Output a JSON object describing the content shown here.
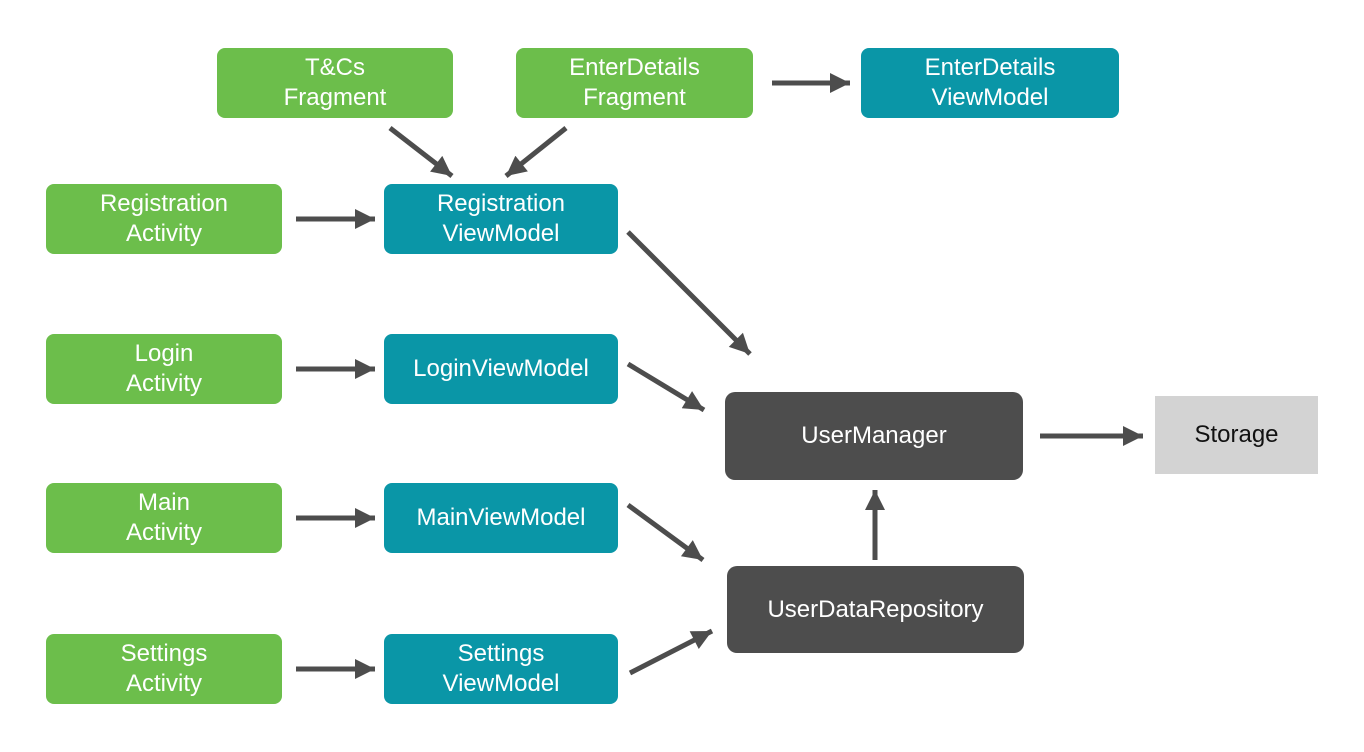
{
  "diagram": {
    "description": "Android app architecture diagram: Activities and Fragments connect to ViewModels, which connect to UserManager and UserDataRepository, which connect to Storage",
    "colors": {
      "activity_fragment_green": "#6cbe4b",
      "viewmodel_teal": "#0a96a7",
      "manager_repository_gray": "#4d4d4d",
      "storage_gray": "#d3d3d3",
      "arrow_gray": "#4d4d4d",
      "label_light": "#ffffff",
      "label_dark": "#111111"
    },
    "nodes": {
      "tcs_fragment": {
        "label": "T&Cs\nFragment",
        "type": "fragment"
      },
      "enterdetails_fragment": {
        "label": "EnterDetails\nFragment",
        "type": "fragment"
      },
      "enterdetails_viewmodel": {
        "label": "EnterDetails\nViewModel",
        "type": "viewmodel"
      },
      "registration_activity": {
        "label": "Registration\nActivity",
        "type": "activity"
      },
      "registration_viewmodel": {
        "label": "Registration\nViewModel",
        "type": "viewmodel"
      },
      "login_activity": {
        "label": "Login\nActivity",
        "type": "activity"
      },
      "login_viewmodel": {
        "label": "LoginViewModel",
        "type": "viewmodel"
      },
      "main_activity": {
        "label": "Main\nActivity",
        "type": "activity"
      },
      "main_viewmodel": {
        "label": "MainViewModel",
        "type": "viewmodel"
      },
      "settings_activity": {
        "label": "Settings\nActivity",
        "type": "activity"
      },
      "settings_viewmodel": {
        "label": "Settings\nViewModel",
        "type": "viewmodel"
      },
      "user_manager": {
        "label": "UserManager",
        "type": "manager"
      },
      "user_data_repository": {
        "label": "UserDataRepository",
        "type": "repository"
      },
      "storage": {
        "label": "Storage",
        "type": "storage"
      }
    },
    "edges": [
      {
        "from": "tcs_fragment",
        "to": "registration_viewmodel"
      },
      {
        "from": "enterdetails_fragment",
        "to": "registration_viewmodel"
      },
      {
        "from": "enterdetails_fragment",
        "to": "enterdetails_viewmodel"
      },
      {
        "from": "registration_activity",
        "to": "registration_viewmodel"
      },
      {
        "from": "login_activity",
        "to": "login_viewmodel"
      },
      {
        "from": "main_activity",
        "to": "main_viewmodel"
      },
      {
        "from": "settings_activity",
        "to": "settings_viewmodel"
      },
      {
        "from": "registration_viewmodel",
        "to": "user_manager"
      },
      {
        "from": "login_viewmodel",
        "to": "user_manager"
      },
      {
        "from": "main_viewmodel",
        "to": "user_data_repository"
      },
      {
        "from": "settings_viewmodel",
        "to": "user_data_repository"
      },
      {
        "from": "user_data_repository",
        "to": "user_manager"
      },
      {
        "from": "user_manager",
        "to": "storage"
      }
    ]
  }
}
